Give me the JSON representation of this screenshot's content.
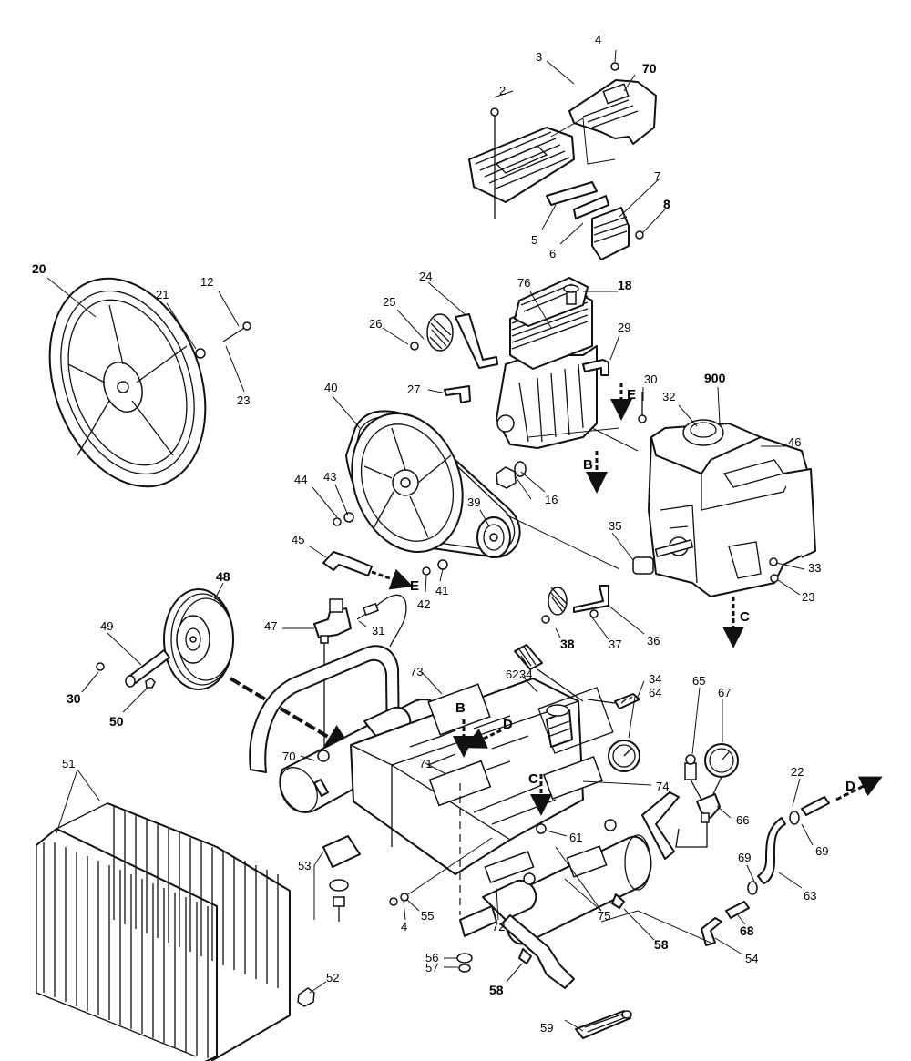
{
  "diagram": {
    "callouts": {
      "c2": "2",
      "c3": "3",
      "c4a": "4",
      "c70a": "70",
      "c7": "7",
      "c8": "8",
      "c5": "5",
      "c6": "6",
      "c20": "20",
      "c21": "21",
      "c12": "12",
      "c23a": "23",
      "c24": "24",
      "c25": "25",
      "c26": "26",
      "c76": "76",
      "c18": "18",
      "c29": "29",
      "c27": "27",
      "c30a": "30",
      "c900": "900",
      "c32": "32",
      "c46": "46",
      "c40": "40",
      "c44": "44",
      "c43": "43",
      "c39": "39",
      "c16": "16",
      "c45": "45",
      "c41": "41",
      "c42": "42",
      "c35": "35",
      "c33": "33",
      "c23b": "23",
      "c48": "48",
      "c47": "47",
      "c31": "31",
      "c49": "49",
      "c30b": "30",
      "c50": "50",
      "c38": "38",
      "c37": "37",
      "c36": "36",
      "c34a": "34",
      "c34b": "34",
      "c62": "62",
      "c73": "73",
      "c64": "64",
      "c65": "65",
      "c67": "67",
      "c70b": "70",
      "c71": "71",
      "c74": "74",
      "c66": "66",
      "c22": "22",
      "c61": "61",
      "c69a": "69",
      "c69b": "69",
      "c63": "63",
      "c51": "51",
      "c53": "53",
      "c4b": "4",
      "c55": "55",
      "c72": "72",
      "c75": "75",
      "c58a": "58",
      "c68": "68",
      "c54": "54",
      "c56": "56",
      "c57": "57",
      "c58b": "58",
      "c52": "52",
      "c59": "59"
    },
    "flow_markers": {
      "e_top": "E",
      "e_mid": "E",
      "b_top": "B",
      "b_mid": "B",
      "c_top": "C",
      "c_mid": "C",
      "d_top": "D",
      "d_right": "D"
    }
  }
}
